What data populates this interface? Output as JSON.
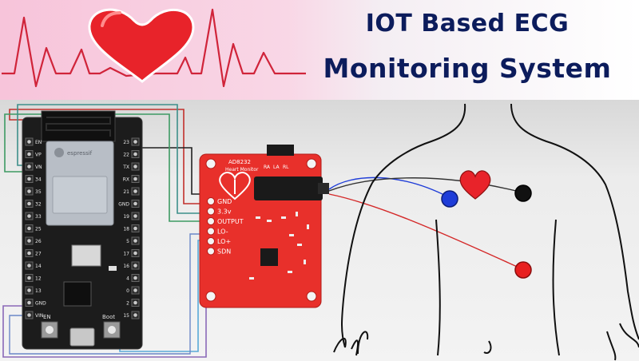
{
  "title": {
    "line1": "IOT Based ECG",
    "line2": "Monitoring System"
  },
  "colors": {
    "navy": "#0c1c5c",
    "heart": "#e8232a",
    "ecg_line": "#d0243a",
    "board_red": "#e8302b",
    "esp_board": "#1c1c1c",
    "electrode_blue": "#1e3cd8",
    "electrode_red": "#e81f1f",
    "electrode_black": "#111111"
  },
  "esp32": {
    "module_logo": "espressif",
    "pins_left": [
      "EN",
      "VP",
      "VN",
      "34",
      "35",
      "32",
      "33",
      "25",
      "26",
      "27",
      "14",
      "12",
      "13",
      "GND",
      "VIN"
    ],
    "pins_right": [
      "23",
      "22",
      "TX",
      "RX",
      "21",
      "GND",
      "19",
      "18",
      "5",
      "17",
      "16",
      "4",
      "0",
      "2",
      "15"
    ],
    "buttons": {
      "en": "EN",
      "boot": "Boot"
    }
  },
  "ad8232": {
    "title": "AD8232",
    "subtitle": "Heart Monitor",
    "pins": [
      "GND",
      "3.3v",
      "OUTPUT",
      "LO-",
      "LO+",
      "SDN"
    ],
    "side_labels": [
      "RA",
      "LA",
      "RL"
    ]
  }
}
